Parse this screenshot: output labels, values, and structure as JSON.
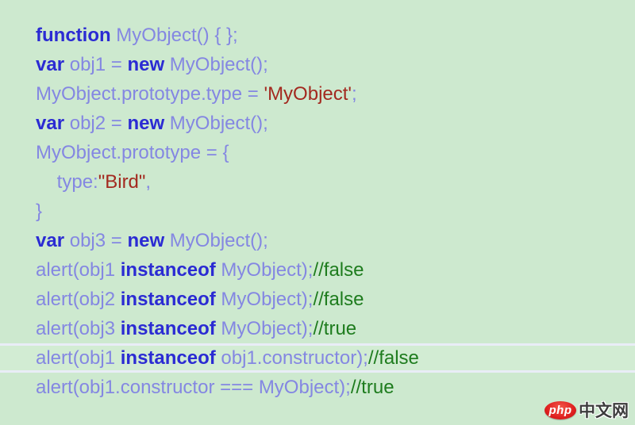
{
  "page": {
    "background": "#cde9cf",
    "separator_color": "#e9edf7",
    "highlight_band_color": "#d2ecd3"
  },
  "palette": {
    "keyword": "#2b2bd3",
    "identifier": "#8487e2",
    "string": "#a3291f",
    "comment": "#1e7c1e"
  },
  "code": {
    "language": "javascript",
    "lines": [
      {
        "highlighted": false,
        "tokens": [
          {
            "type": "keyword",
            "text": "function"
          },
          {
            "type": "identifier",
            "text": " MyObject() { };"
          }
        ]
      },
      {
        "highlighted": false,
        "tokens": [
          {
            "type": "keyword",
            "text": "var"
          },
          {
            "type": "identifier",
            "text": " obj1 = "
          },
          {
            "type": "keyword",
            "text": "new"
          },
          {
            "type": "identifier",
            "text": " MyObject();"
          }
        ]
      },
      {
        "highlighted": false,
        "tokens": [
          {
            "type": "identifier",
            "text": "MyObject.prototype.type = "
          },
          {
            "type": "string",
            "text": "'MyObject'"
          },
          {
            "type": "identifier",
            "text": ";"
          }
        ]
      },
      {
        "highlighted": false,
        "tokens": [
          {
            "type": "keyword",
            "text": "var"
          },
          {
            "type": "identifier",
            "text": " obj2 = "
          },
          {
            "type": "keyword",
            "text": "new"
          },
          {
            "type": "identifier",
            "text": " MyObject();"
          }
        ]
      },
      {
        "highlighted": false,
        "tokens": [
          {
            "type": "identifier",
            "text": "MyObject.prototype = {"
          }
        ]
      },
      {
        "highlighted": false,
        "tokens": [
          {
            "type": "identifier",
            "text": "    type:"
          },
          {
            "type": "string",
            "text": "\"Bird\""
          },
          {
            "type": "identifier",
            "text": ","
          }
        ]
      },
      {
        "highlighted": false,
        "tokens": [
          {
            "type": "identifier",
            "text": "}"
          }
        ]
      },
      {
        "highlighted": false,
        "tokens": [
          {
            "type": "keyword",
            "text": "var"
          },
          {
            "type": "identifier",
            "text": " obj3 = "
          },
          {
            "type": "keyword",
            "text": "new"
          },
          {
            "type": "identifier",
            "text": " MyObject();"
          }
        ]
      },
      {
        "highlighted": false,
        "tokens": [
          {
            "type": "identifier",
            "text": "alert(obj1 "
          },
          {
            "type": "keyword",
            "text": "instanceof"
          },
          {
            "type": "identifier",
            "text": " MyObject);"
          },
          {
            "type": "comment",
            "text": "//false"
          }
        ]
      },
      {
        "highlighted": false,
        "tokens": [
          {
            "type": "identifier",
            "text": "alert(obj2 "
          },
          {
            "type": "keyword",
            "text": "instanceof"
          },
          {
            "type": "identifier",
            "text": " MyObject);"
          },
          {
            "type": "comment",
            "text": "//false"
          }
        ]
      },
      {
        "highlighted": false,
        "tokens": [
          {
            "type": "identifier",
            "text": "alert(obj3 "
          },
          {
            "type": "keyword",
            "text": "instanceof"
          },
          {
            "type": "identifier",
            "text": " MyObject);"
          },
          {
            "type": "comment",
            "text": "//true"
          }
        ]
      },
      {
        "highlighted": true,
        "tokens": [
          {
            "type": "identifier",
            "text": "alert(obj1 "
          },
          {
            "type": "keyword",
            "text": "instanceof"
          },
          {
            "type": "identifier",
            "text": " obj1.constructor);"
          },
          {
            "type": "comment",
            "text": "//false"
          }
        ]
      },
      {
        "highlighted": false,
        "tokens": [
          {
            "type": "identifier",
            "text": "alert(obj1.constructor === MyObject);"
          },
          {
            "type": "comment",
            "text": "//true"
          }
        ]
      }
    ]
  },
  "watermark": {
    "logo_text": "php",
    "site_text": "中文网",
    "badge_color": "#e02020"
  }
}
